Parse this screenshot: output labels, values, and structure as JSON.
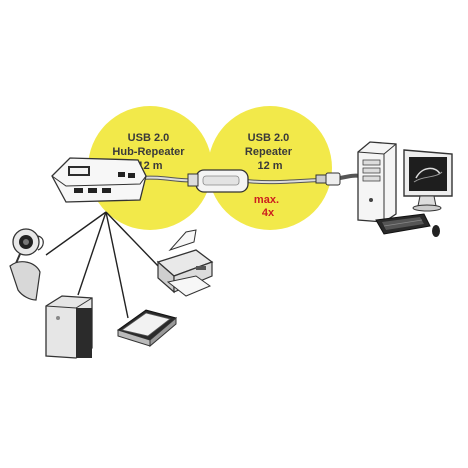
{
  "hub_repeater": {
    "line1": "USB 2.0",
    "line2": "Hub-Repeater",
    "line3": "12 m"
  },
  "repeater": {
    "line1": "USB 2.0",
    "line2": "Repeater",
    "line3": "12 m"
  },
  "cascade": {
    "line1": "max.",
    "line2": "4x"
  },
  "colors": {
    "highlight": "#f2e94a",
    "max_text": "#cc1f1f",
    "label_text": "#3a3a3a"
  },
  "icons": [
    "usb-hub-icon",
    "usb-cable-icon",
    "repeater-icon",
    "pc-tower-icon",
    "monitor-icon",
    "keyboard-icon",
    "mouse-icon",
    "webcam-icon",
    "printer-icon",
    "external-drive-icon",
    "scanner-icon"
  ]
}
